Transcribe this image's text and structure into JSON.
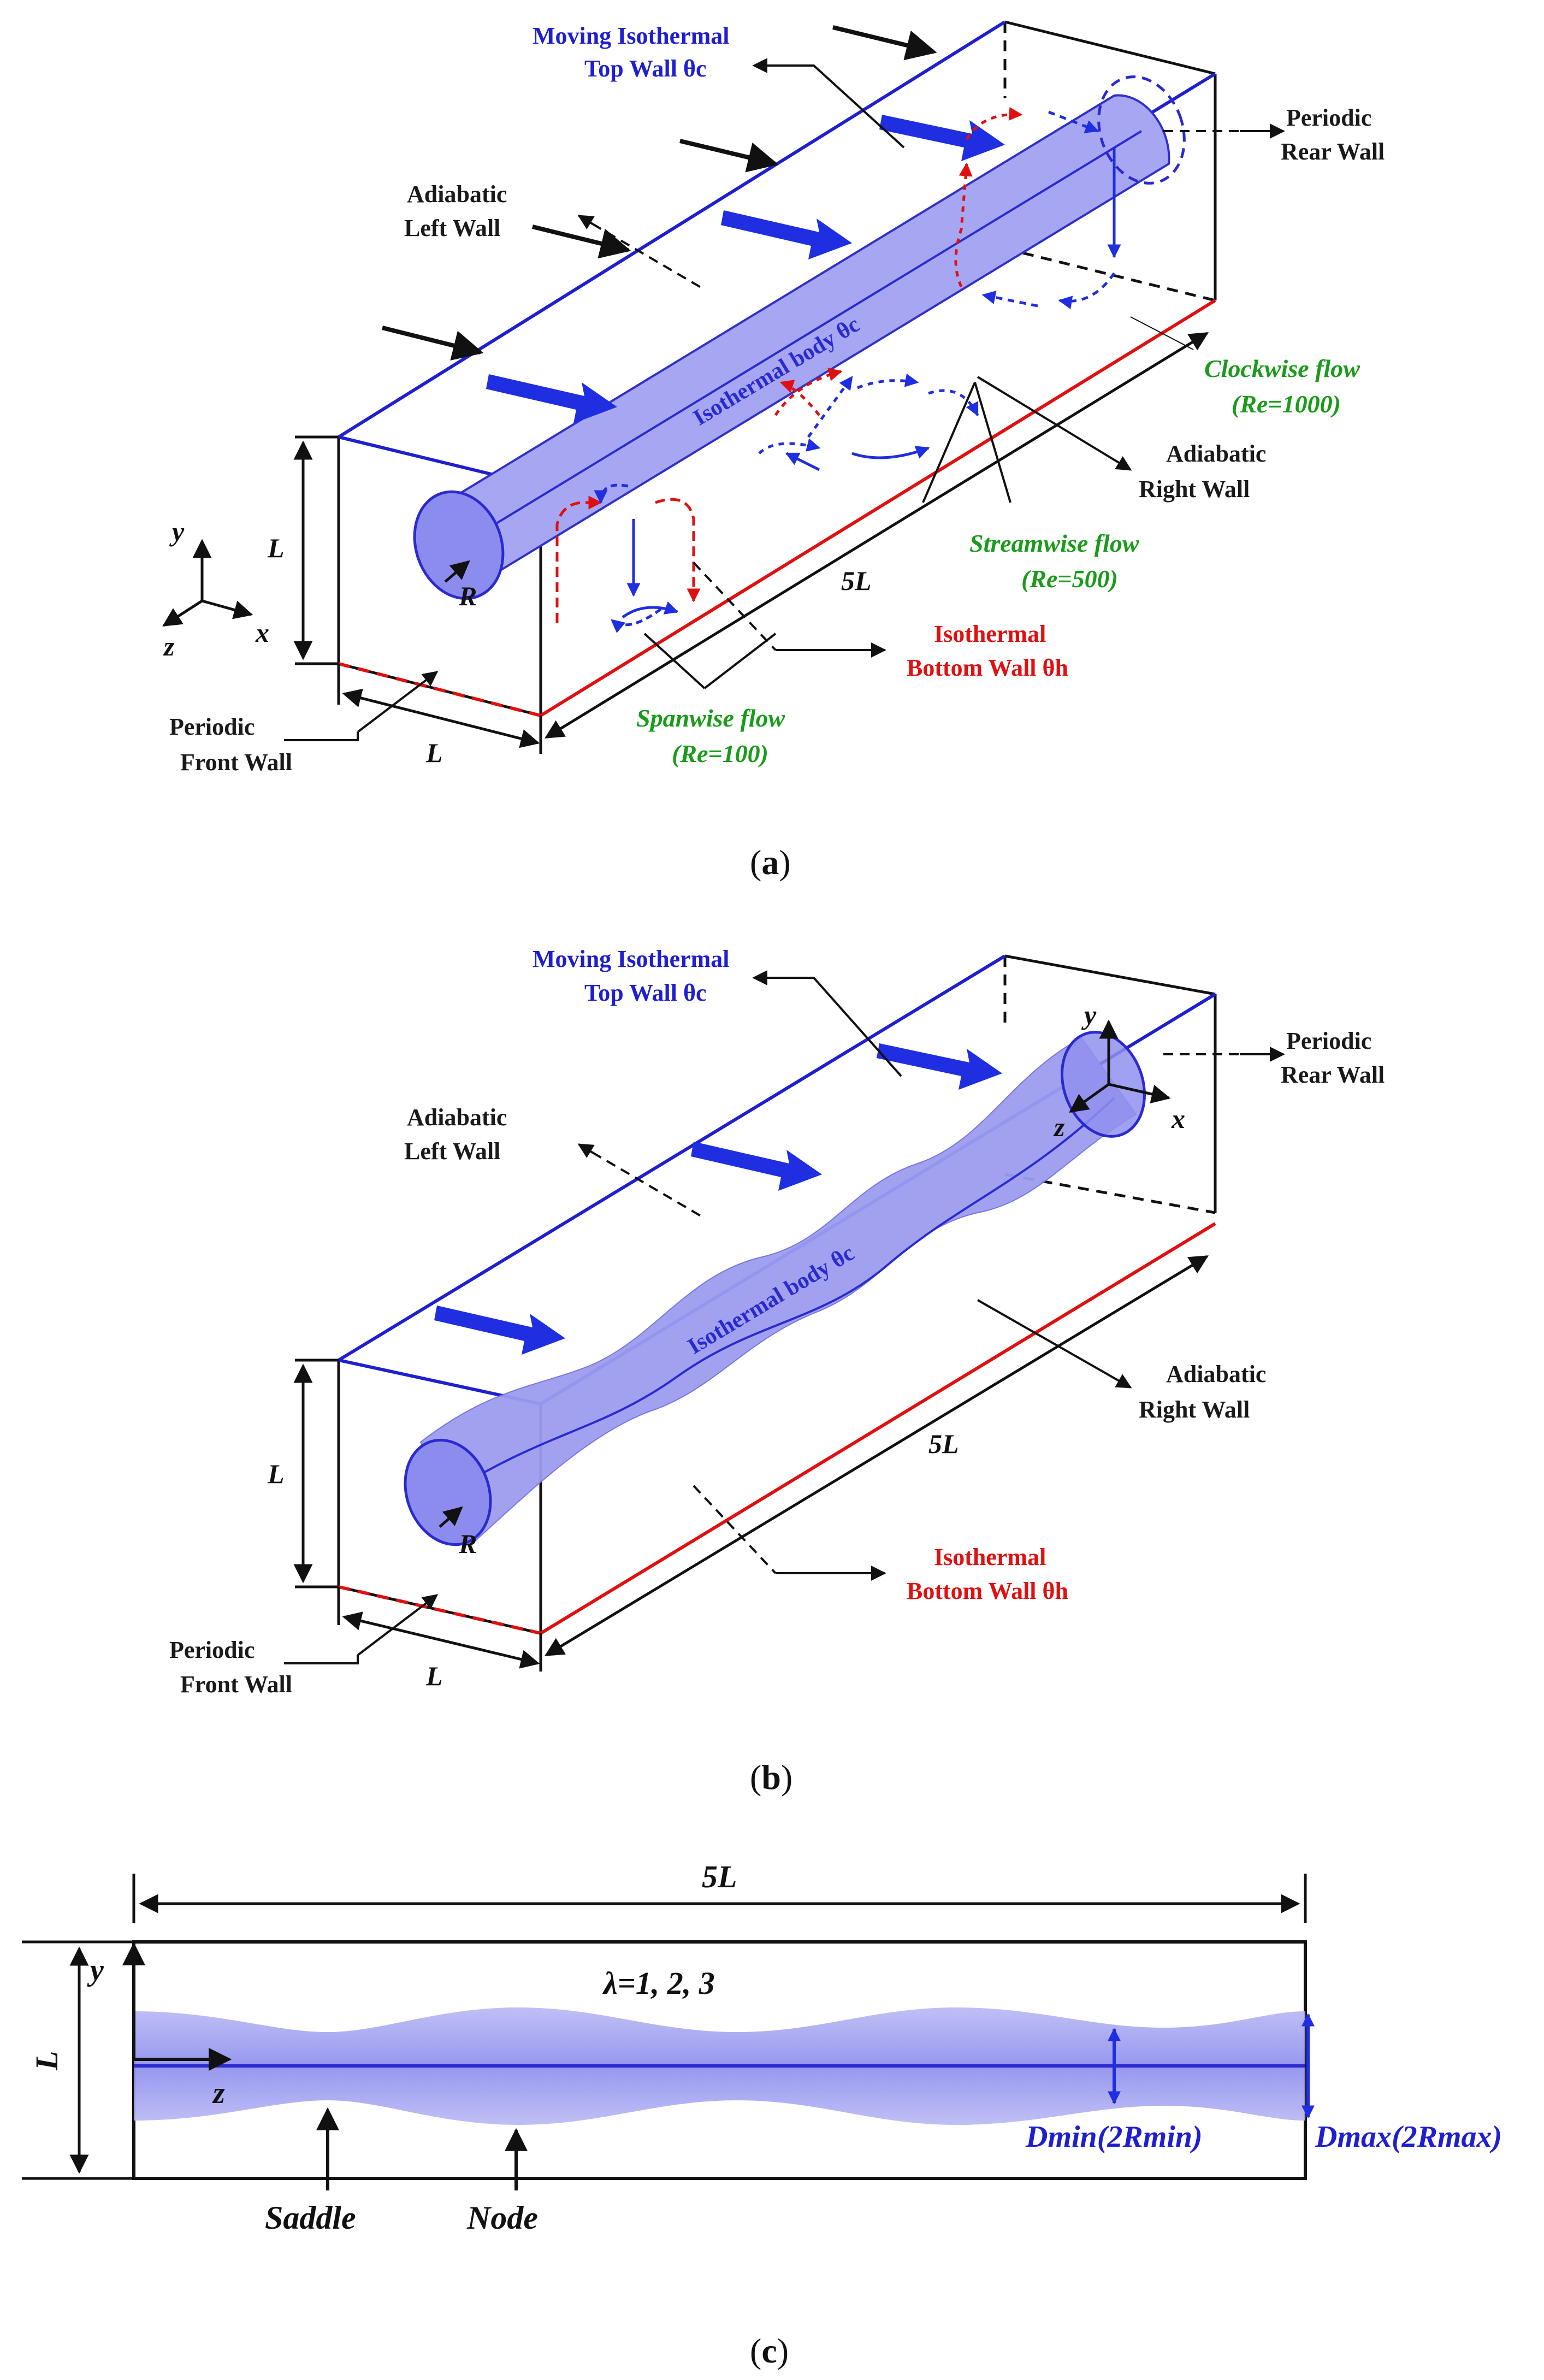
{
  "panel_a": {
    "caption_letter": "a",
    "labels": {
      "top_wall_line1": "Moving Isothermal",
      "top_wall_line2": "Top Wall θc",
      "rear_wall_line1": "Periodic",
      "rear_wall_line2": "Rear Wall",
      "left_wall_line1": "Adiabatic",
      "left_wall_line2": "Left Wall",
      "right_wall_line1": "Adiabatic",
      "right_wall_line2": "Right Wall",
      "front_wall_line1": "Periodic",
      "front_wall_line2": "Front Wall",
      "bottom_wall_line1": "Isothermal",
      "bottom_wall_line2": "Bottom Wall θh",
      "body": "Isothermal body θc",
      "clockwise_line1": "Clockwise flow",
      "clockwise_line2": "(Re=1000)",
      "streamwise_line1": "Streamwise flow",
      "streamwise_line2": "(Re=500)",
      "spanwise_line1": "Spanwise flow",
      "spanwise_line2": "(Re=100)",
      "dim_height": "L",
      "dim_width": "L",
      "dim_length": "5L",
      "radius": "R",
      "axis_y": "y",
      "axis_x": "x",
      "axis_z": "z"
    }
  },
  "panel_b": {
    "caption_letter": "b",
    "labels": {
      "top_wall_line1": "Moving Isothermal",
      "top_wall_line2": "Top Wall θc",
      "rear_wall_line1": "Periodic",
      "rear_wall_line2": "Rear Wall",
      "left_wall_line1": "Adiabatic",
      "left_wall_line2": "Left Wall",
      "right_wall_line1": "Adiabatic",
      "right_wall_line2": "Right Wall",
      "front_wall_line1": "Periodic",
      "front_wall_line2": "Front Wall",
      "bottom_wall_line1": "Isothermal",
      "bottom_wall_line2": "Bottom Wall θh",
      "body": "Isothermal body θc",
      "dim_height": "L",
      "dim_width": "L",
      "dim_length": "5L",
      "radius": "R",
      "axis_y": "y",
      "axis_x": "x",
      "axis_z": "z"
    }
  },
  "panel_c": {
    "caption_letter": "c",
    "labels": {
      "dim_length": "5L",
      "dim_height": "L",
      "wavelength": "λ=1, 2, 3",
      "axis_y": "y",
      "axis_z": "z",
      "saddle": "Saddle",
      "node": "Node",
      "d_min": "Dmin(2Rmin)",
      "d_max": "Dmax(2Rmax)"
    }
  },
  "colors": {
    "blue_wall": "#1f1fd0",
    "red_wall": "#e01010",
    "cylinder_fill": "#9a9af0",
    "green_text": "#1a9b1a",
    "flow_arrow": "#1e2ee0"
  }
}
